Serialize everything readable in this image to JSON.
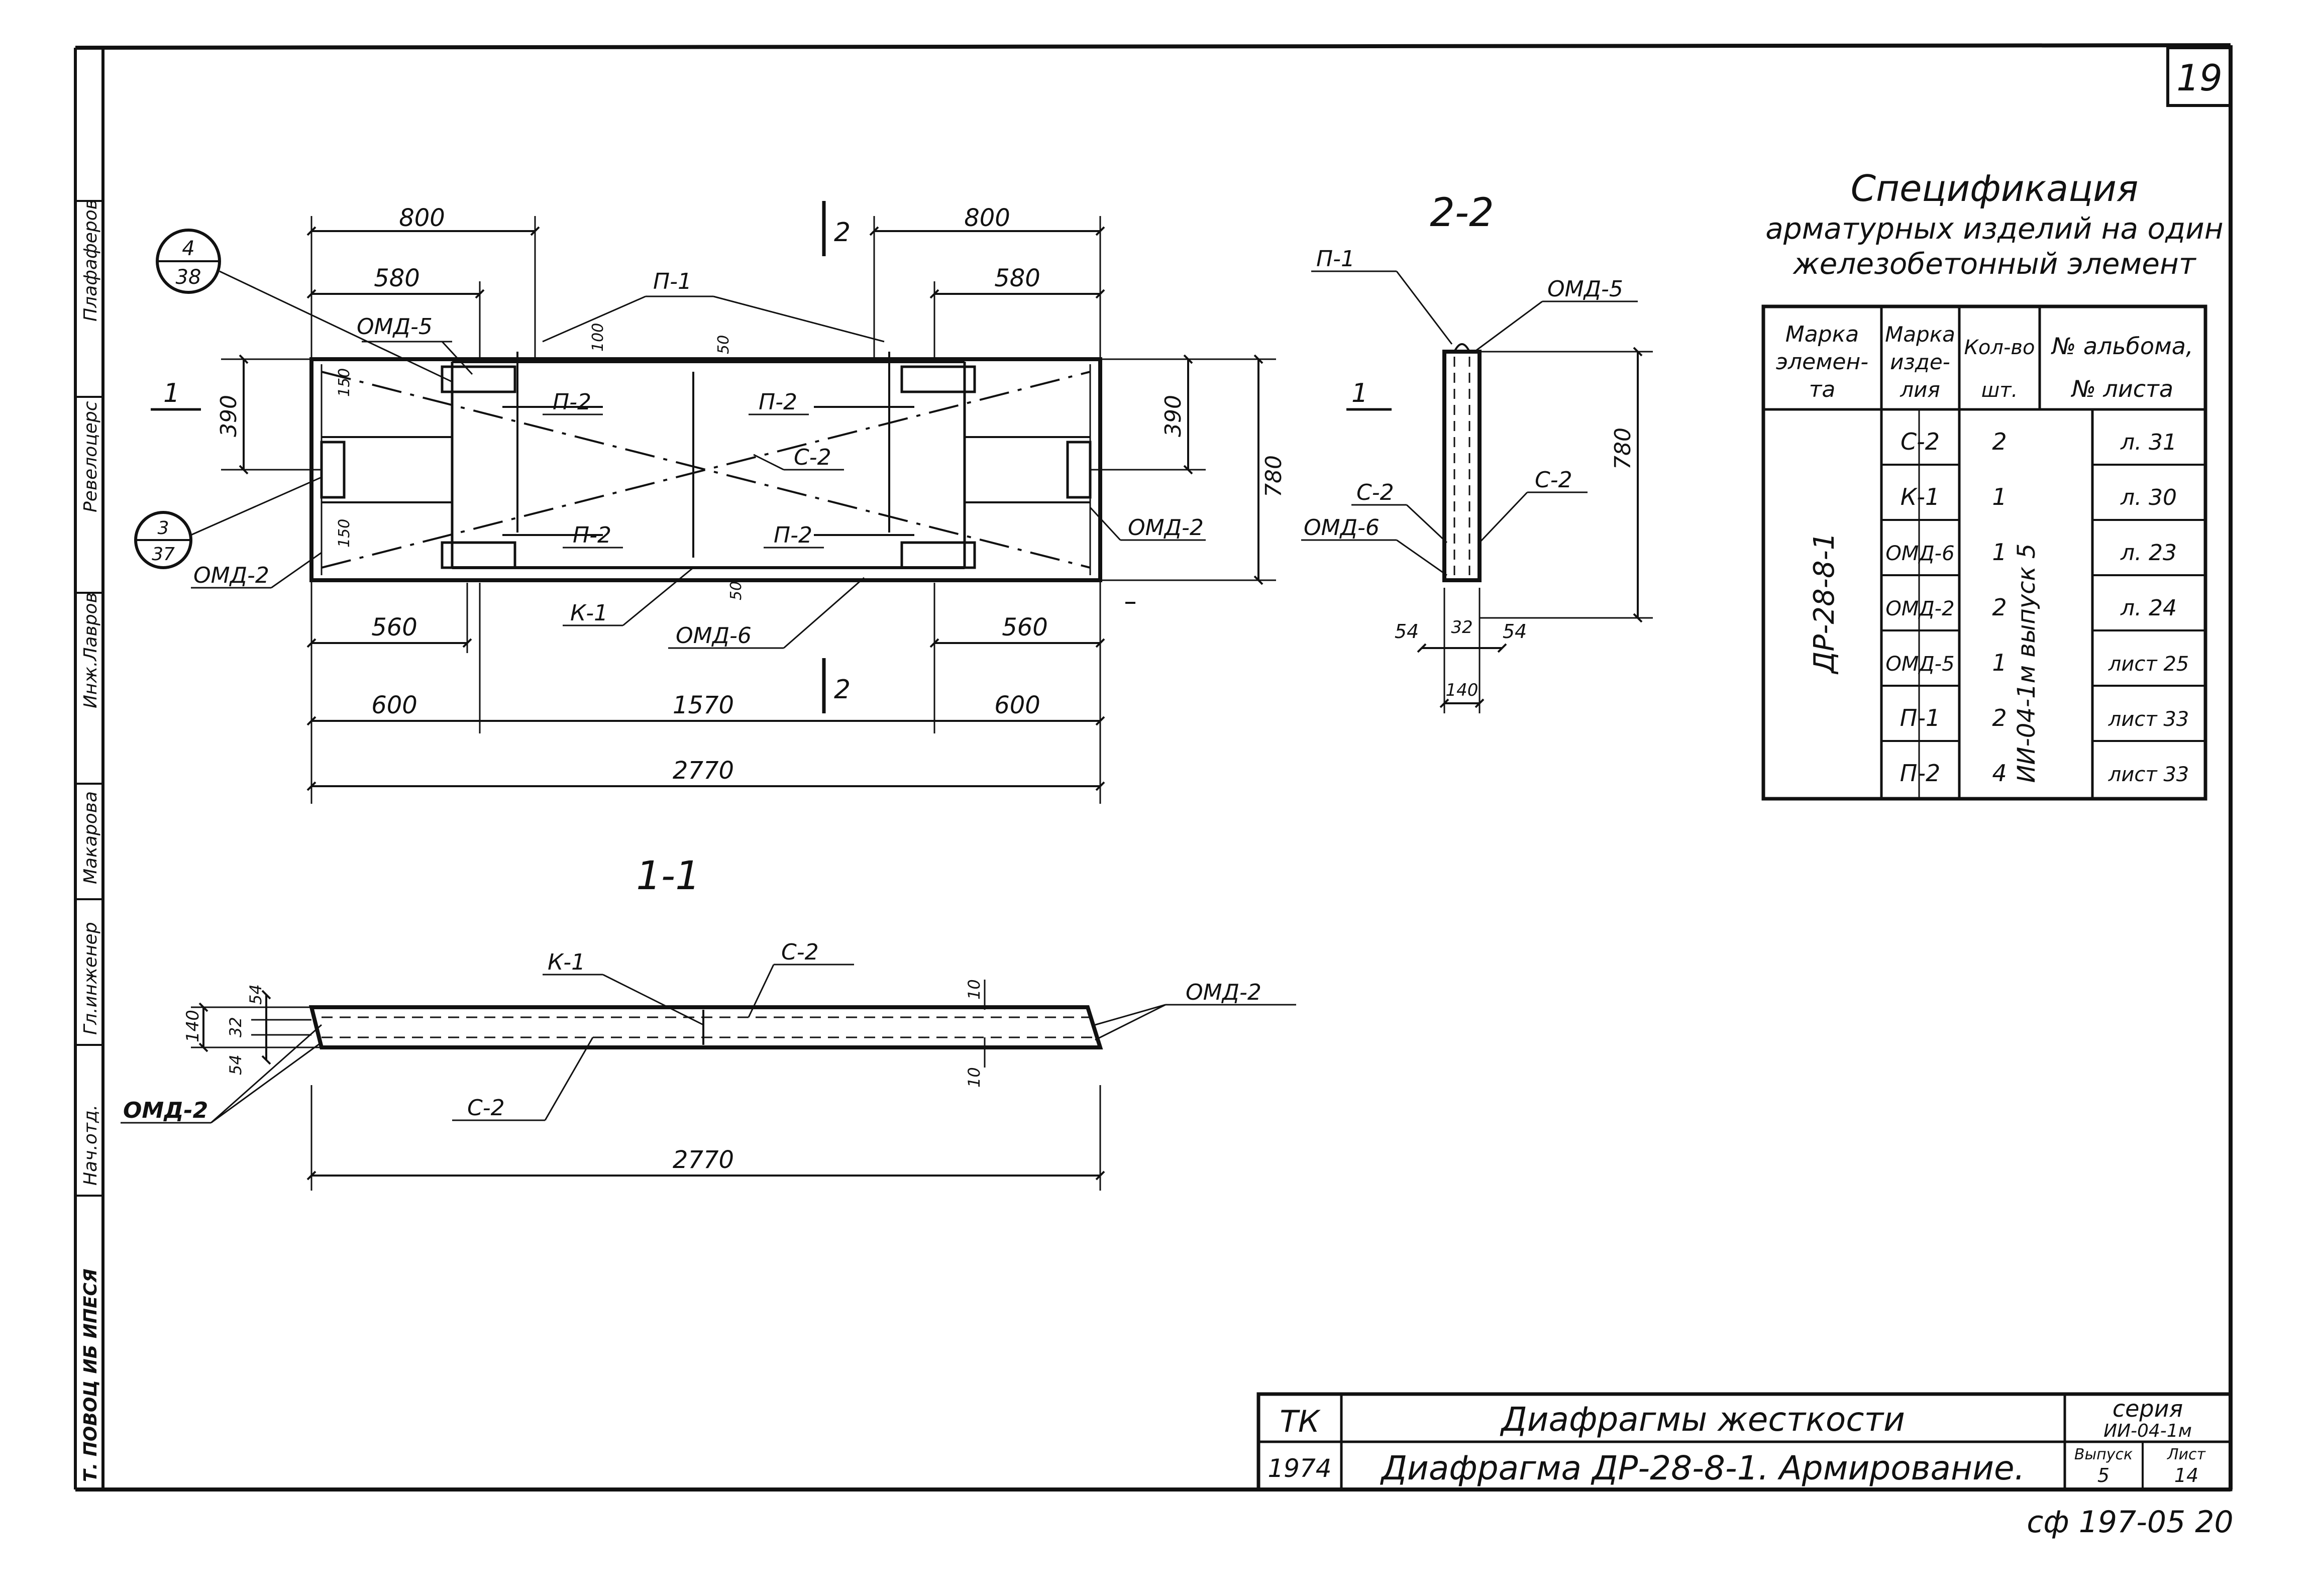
{
  "sheet": {
    "page_number": "19",
    "stamp_code": "сф 197-05 20",
    "side_strip": [
      "Плафаферов",
      "Ревелоцерс",
      "Инж.Лавров",
      "Макарова",
      "Гл.инженер",
      "Нач.отд.",
      "Т. ПОВОЦ ИБ ИПЕСЯ"
    ]
  },
  "plan_view": {
    "dims": {
      "top_left_800": "800",
      "top_right_800": "800",
      "top_left_580": "580",
      "top_right_580": "580",
      "left_390": "390",
      "right_390": "390",
      "right_780": "780",
      "bottom_left_560": "560",
      "bottom_right_560": "560",
      "bot_600_left": "600",
      "bot_1570": "1570",
      "bot_600_right": "600",
      "bot_2770": "2770",
      "d100_top": "100",
      "d50_top": "50",
      "d50_bottom": "50",
      "d150_upper": "150",
      "d150_lower": "150"
    },
    "labels": {
      "p1": "П-1",
      "omd5": "ОМД-5",
      "p2_ul": "П-2",
      "p2_ur": "П-2",
      "p2_ll": "П-2",
      "p2_lr": "П-2",
      "c2": "С-2",
      "k1": "К-1",
      "omd6": "ОМД-6",
      "omd2_right": "ОМД-2",
      "omd2_left": "ОМД-2",
      "section1": "1",
      "section2_top": "2",
      "section2_bottom": "2"
    },
    "callouts": [
      {
        "top": "4",
        "bottom": "38"
      },
      {
        "top": "3",
        "bottom": "37"
      }
    ]
  },
  "section_2_2": {
    "title": "2-2",
    "labels": {
      "p1": "П-1",
      "omd5": "ОМД-5",
      "c2_left": "С-2",
      "c2_right": "С-2",
      "omd6": "ОМД-6",
      "section1": "1"
    },
    "dims": {
      "d780": "780",
      "d54_left": "54",
      "d32": "32",
      "d54_right": "54",
      "d140": "140"
    }
  },
  "section_1_1": {
    "title": "1-1",
    "labels": {
      "k1": "К-1",
      "c2_top": "С-2",
      "c2_bottom": "С-2",
      "omd2_right": "ОМД-2",
      "omd2_left": "ОМД-2"
    },
    "dims": {
      "d140": "140",
      "d32": "32",
      "d54_top": "54",
      "d54_bottom": "54",
      "d10_top": "10",
      "d10_bottom": "10",
      "d2770": "2770"
    }
  },
  "spec": {
    "title_lines": [
      "Спецификация",
      "арматурных изделий на один",
      "железобетонный элемент"
    ],
    "headers": [
      [
        "Марка",
        "элемен-",
        "та"
      ],
      [
        "Марка",
        "изде-",
        "лия"
      ],
      [
        "Кол-во",
        "шт."
      ],
      [
        "№ альбома,",
        "№ листа"
      ]
    ],
    "element_mark": "ДР-28-8-1",
    "album": "ИИ-04-1м выпуск 5",
    "rows": [
      {
        "item": "С-2",
        "qty": "2",
        "sheet": "л. 31"
      },
      {
        "item": "К-1",
        "qty": "1",
        "sheet": "л. 30"
      },
      {
        "item": "ОМД-6",
        "qty": "1",
        "sheet": "л. 23"
      },
      {
        "item": "ОМД-2",
        "qty": "2",
        "sheet": "л. 24"
      },
      {
        "item": "ОМД-5",
        "qty": "1",
        "sheet": "лист 25"
      },
      {
        "item": "П-1",
        "qty": "2",
        "sheet": "лист 33"
      },
      {
        "item": "П-2",
        "qty": "4",
        "sheet": "лист 33"
      }
    ]
  },
  "title_block": {
    "org": "ТК",
    "year": "1974",
    "title1": "Диафрагмы   жесткости",
    "title2": "Диафрагма ДР-28-8-1. Армирование.",
    "series_label": "серия",
    "series_value": "ИИ-04-1м",
    "issue_label": "Выпуск",
    "issue_value": "5",
    "sheet_label": "Лист",
    "sheet_value": "14"
  }
}
